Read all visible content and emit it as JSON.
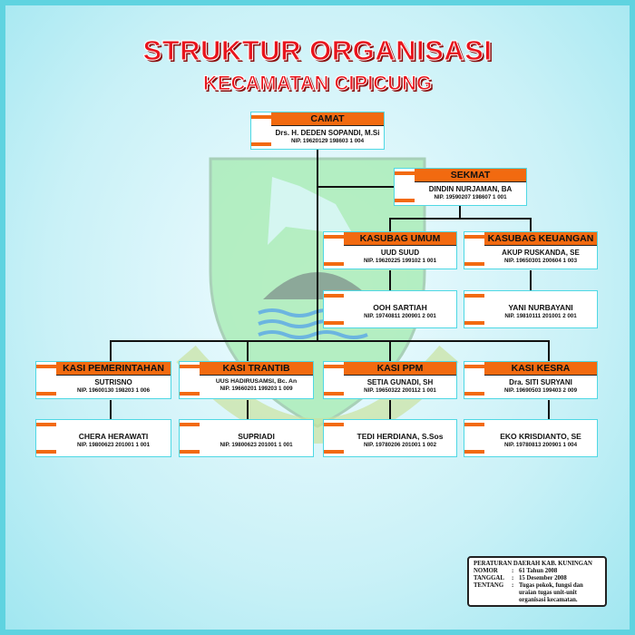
{
  "title": "STRUKTUR ORGANISASI",
  "subtitle": "KECAMATAN CIPICUNG",
  "colors": {
    "accent": "#f26a10",
    "title": "#e8141c",
    "border": "#4fd8e4"
  },
  "camat": {
    "title": "CAMAT",
    "name": "Drs. H. DEDEN SOPANDI, M.Si",
    "nip": "NIP. 19620129 198603 1 004"
  },
  "sekmat": {
    "title": "SEKMAT",
    "name": "DINDIN NURJAMAN, BA",
    "nip": "NIP. 19590207 198607 1 001"
  },
  "kasubag": [
    {
      "title": "KASUBAG UMUM",
      "name": "UUD SUUD",
      "nip": "NIP. 19620225 199102 1 001",
      "staff": {
        "name": "OOH SARTIAH",
        "nip": "NIP. 19740811 200901 2 001"
      }
    },
    {
      "title": "KASUBAG KEUANGAN",
      "name": "AKUP RUSKANDA, SE",
      "nip": "NIP. 19650301 200604 1 003",
      "staff": {
        "name": "YANI NURBAYANI",
        "nip": "NIP. 19810111 201001 2 001"
      }
    }
  ],
  "kasi": [
    {
      "title": "KASI PEMERINTAHAN",
      "name": "SUTRISNO",
      "nip": "NIP. 19600130 198203 1 006",
      "staff": {
        "name": "CHERA HERAWATI",
        "nip": "NIP. 19800623 201001 1 001"
      }
    },
    {
      "title": "KASI TRANTIB",
      "name": "UUS HADIRUSAMSI, Bc. An",
      "nip": "NIP. 19660201 199203 1 009",
      "staff": {
        "name": "SUPRIADI",
        "nip": "NIP. 19800623 201001 1 001"
      }
    },
    {
      "title": "KASI PPM",
      "name": "SETIA GUNADI, SH",
      "nip": "NIP. 19650322 200112 1 001",
      "staff": {
        "name": "TEDI HERDIANA, S.Sos",
        "nip": "NIP. 19780206 201001 1 002"
      }
    },
    {
      "title": "KASI KESRA",
      "name": "Dra. SITI SURYANI",
      "nip": "NIP. 19690503 199403 2 009",
      "staff": {
        "name": "EKO KRISDIANTO, SE",
        "nip": "NIP. 19780813 200901 1 004"
      }
    }
  ],
  "note": {
    "heading": "PERATURAN DAERAH KAB. KUNINGAN",
    "rows": [
      {
        "k": "NOMOR",
        "v": "61 Tahun 2008"
      },
      {
        "k": "TANGGAL",
        "v": "15 Desember 2008"
      },
      {
        "k": "TENTANG",
        "v": "Tugas pokok, fungsi dan uraian tugas unit-unit organisasi kecamatan."
      }
    ]
  }
}
